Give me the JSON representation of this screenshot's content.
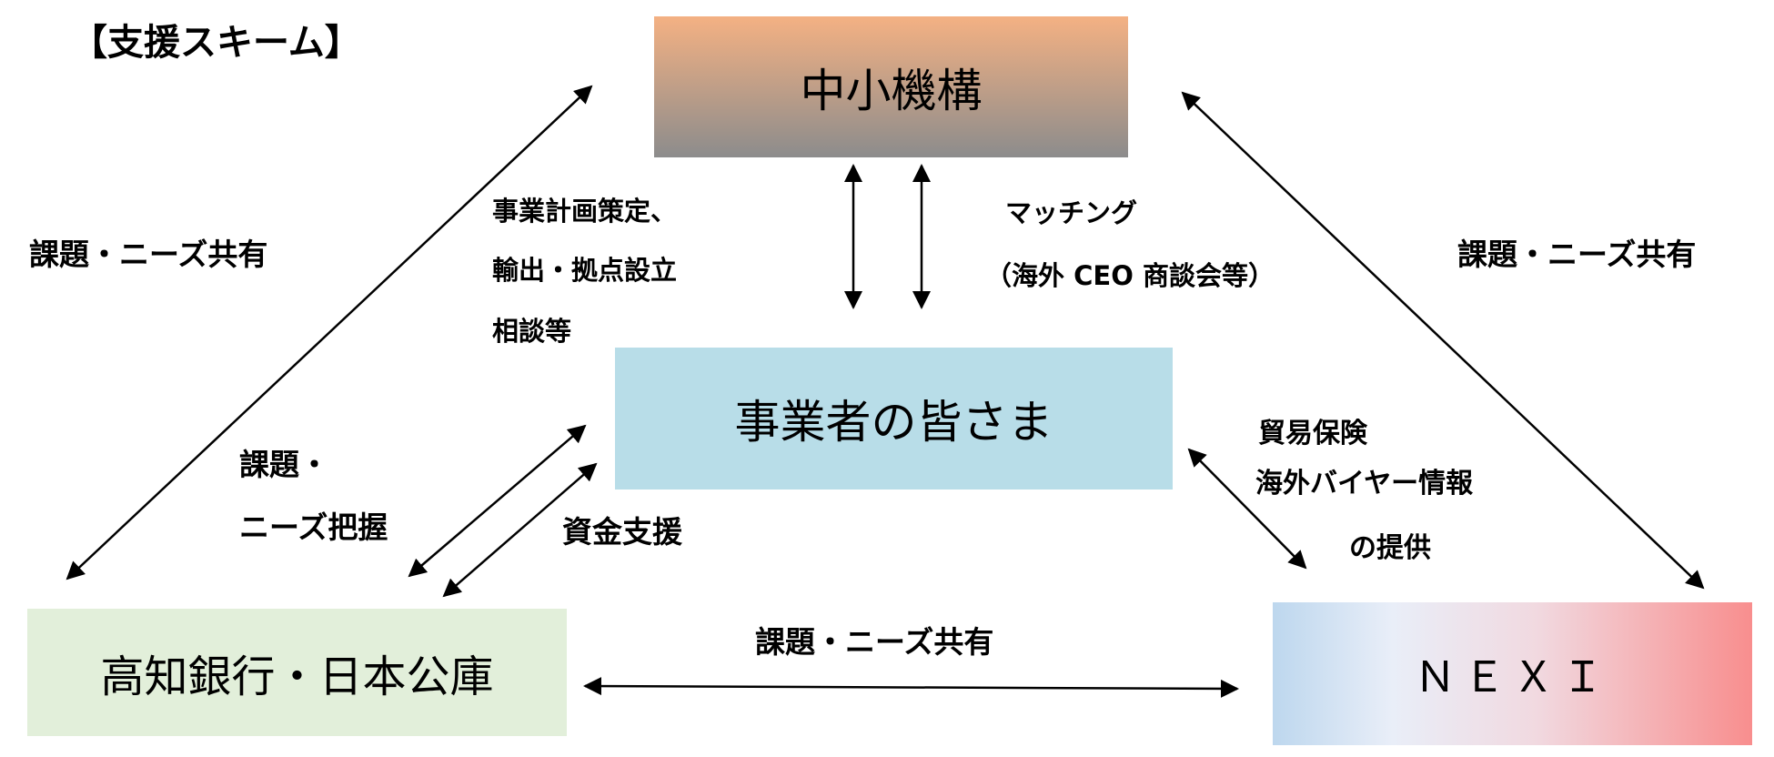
{
  "heading": "【支援スキーム】",
  "nodes": {
    "smrj": "中小機構",
    "business": "事業者の皆さま",
    "bank": "高知銀行・日本公庫",
    "nexi": "ＮＥＸＩ"
  },
  "labels": {
    "left_share": "課題・ニーズ共有",
    "right_share": "課題・ニーズ共有",
    "bottom_share": "課題・ニーズ共有",
    "smrj_consult_1": "事業計画策定、",
    "smrj_consult_2": "輸出・拠点設立",
    "smrj_consult_3": "相談等",
    "matching_1": "マッチング",
    "matching_2": "（海外 CEO 商談会等）",
    "needs_1": "課題・",
    "needs_2": "ニーズ把握",
    "funding": "資金支援",
    "nexi_1": "貿易保険",
    "nexi_2": "海外バイヤー情報",
    "nexi_3": "の提供"
  },
  "colors": {
    "smrj_top": "#f4b183",
    "smrj_bottom": "#8c8c8c",
    "business": "#b8dde8",
    "bank": "#e2efda",
    "nexi_left": "#bdd7ee",
    "nexi_right": "#f88e8e"
  }
}
